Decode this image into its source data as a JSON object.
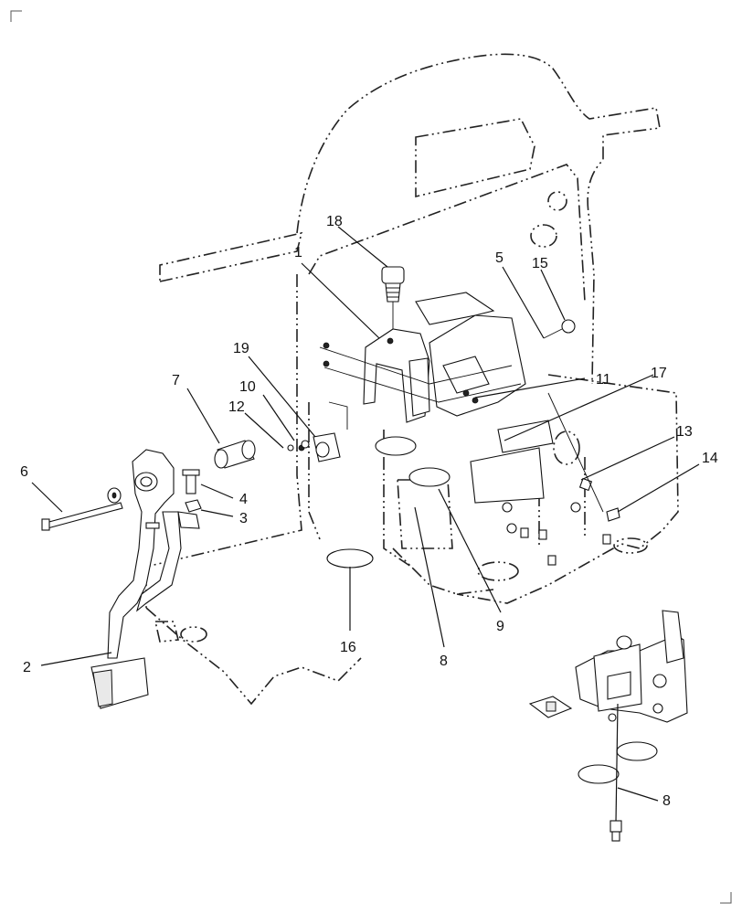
{
  "callouts": {
    "c1": "1",
    "c2": "2",
    "c3": "3",
    "c4": "4",
    "c5": "5",
    "c6": "6",
    "c7": "7",
    "c8a": "8",
    "c8b": "8",
    "c9": "9",
    "c10": "10",
    "c11": "11",
    "c12": "12",
    "c13": "13",
    "c14": "14",
    "c15": "15",
    "c16": "16",
    "c17": "17",
    "c18": "18",
    "c19": "19"
  }
}
